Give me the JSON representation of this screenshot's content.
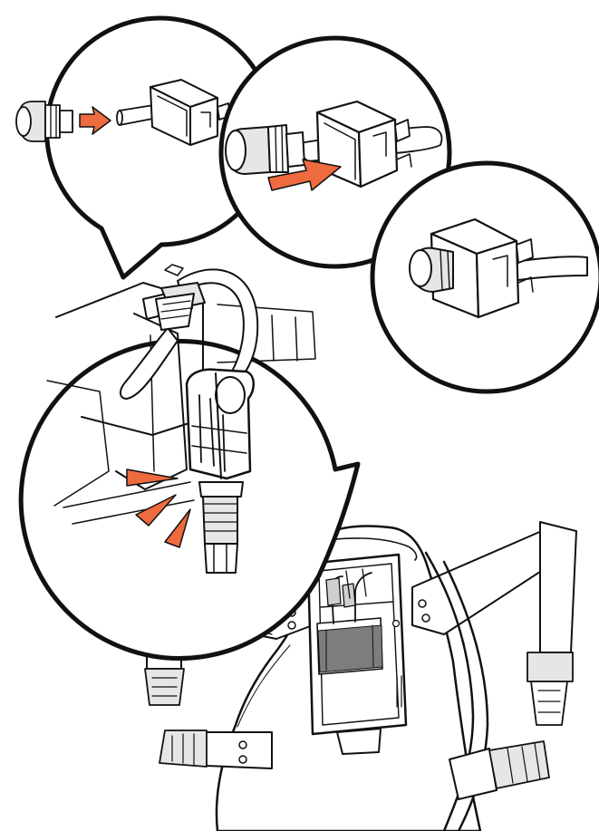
{
  "colors": {
    "arrow": "#ee6a3f",
    "outline": "#111111",
    "fluid": "#7d7d7d",
    "background": "#ffffff"
  },
  "callouts": [
    {
      "name": "step-1-align",
      "icon": "plug-and-tube-icon"
    },
    {
      "name": "step-2-push",
      "icon": "plug-into-housing-icon"
    },
    {
      "name": "step-3-seated",
      "icon": "connected-plug-icon"
    }
  ],
  "main_view": {
    "icon": "tube-clamp-connector-icon"
  },
  "bottom_illustration": {
    "icon": "harness-with-fluid-bag-icon"
  }
}
